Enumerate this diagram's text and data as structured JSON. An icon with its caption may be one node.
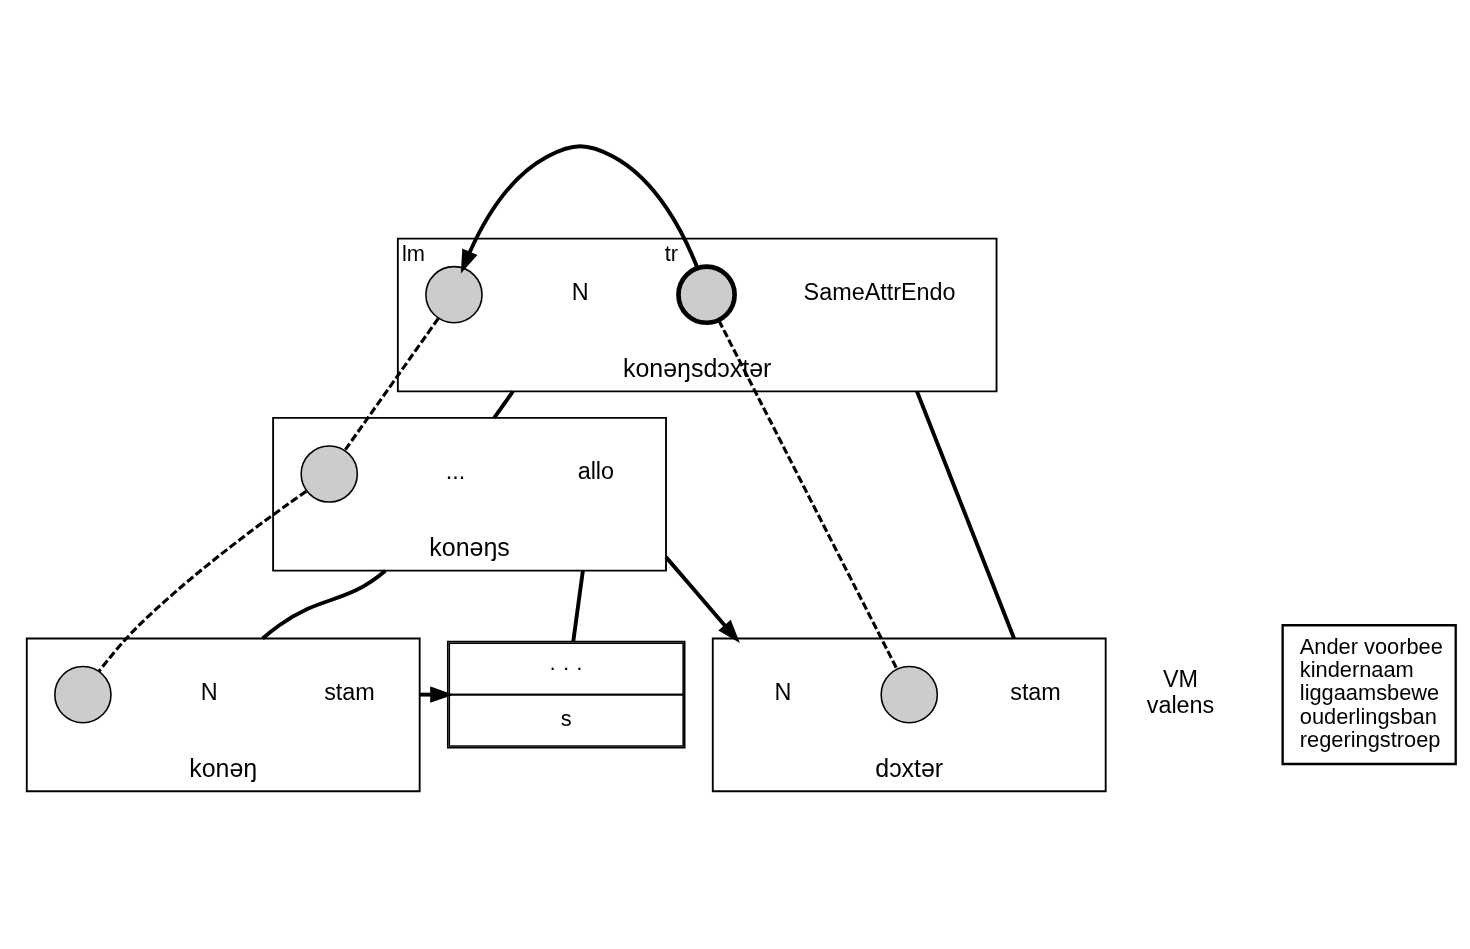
{
  "diagram": {
    "nodes": [
      {
        "text": [
          "konəŋsdɔxtər"
        ],
        "beside": [
          "N",
          "SameAttrEndo"
        ]
      },
      {
        "text": [],
        "shape": "circle",
        "in": 0,
        "beside": [
          "lm"
        ]
      },
      {
        "text": [],
        "shape": "circle",
        "in": 0,
        "beside": [
          "tr"
        ]
      },
      {
        "text": [
          "konəŋs"
        ],
        "beside": [
          "...",
          "allo"
        ]
      },
      {
        "text": [],
        "shape": "circle",
        "in": 3
      },
      {
        "text": [
          "dɔxtər"
        ],
        "beside": [
          "N",
          "stam"
        ]
      },
      {
        "text": [],
        "shape": "circle",
        "in": 5
      },
      {
        "text": [
          "konəŋ"
        ],
        "beside": [
          "N",
          "stam"
        ]
      },
      {
        "text": [],
        "shape": "circle",
        "in": 7
      },
      {
        "text": [
          "· · ·",
          "s"
        ],
        "beside": [
          "VM",
          "valens"
        ]
      },
      {
        "text": [
          "Ander voorbee",
          "kindernaam",
          "liggaamsbewe",
          "ouderlingsban",
          "regeringstroep"
        ]
      }
    ],
    "edges": [
      {
        "from": 2,
        "to": 1,
        "arrow": "to"
      },
      {
        "from": 0,
        "to": 3,
        "arrow": "none"
      },
      {
        "from": 0,
        "to": 5,
        "arrow": "none"
      },
      {
        "from": 3,
        "to": 5,
        "arrow": "to"
      },
      {
        "from": 3,
        "to": 7,
        "arrow": "none"
      },
      {
        "from": 3,
        "to": 9,
        "arrow": "none"
      },
      {
        "from": 7,
        "to": 9,
        "arrow": "to"
      },
      {
        "from": 1,
        "to": 4,
        "arrow": "none",
        "style": "dashed"
      },
      {
        "from": 4,
        "to": 8,
        "arrow": "none",
        "style": "dashed"
      },
      {
        "from": 2,
        "to": 6,
        "arrow": "none",
        "style": "dashed"
      }
    ]
  }
}
